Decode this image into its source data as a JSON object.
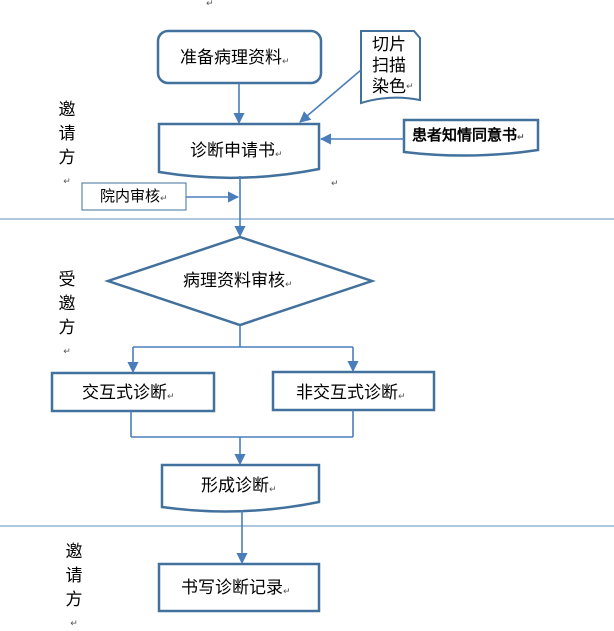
{
  "sections": [
    {
      "label": [
        "邀",
        "请",
        "方"
      ]
    },
    {
      "label": [
        "受",
        "邀",
        "方"
      ]
    },
    {
      "label": [
        "邀",
        "请",
        "方"
      ]
    }
  ],
  "nodes": {
    "prepare_materials": "准备病理资料",
    "slide_scan_stain": [
      "切片",
      "扫描",
      "染色"
    ],
    "application_form": "诊断申请书",
    "informed_consent": "患者知情同意书",
    "internal_review": "院内审核",
    "material_review": "病理资料审核",
    "interactive_diagnosis": "交互式诊断",
    "non_interactive_diagnosis": "非交互式诊断",
    "form_diagnosis": "形成诊断",
    "write_record": "书写诊断记录"
  },
  "paragraph_mark": "↵",
  "colors": {
    "box_border": "#41719c",
    "arrow": "#4a7ebb",
    "divider": "#5b8fb9"
  }
}
